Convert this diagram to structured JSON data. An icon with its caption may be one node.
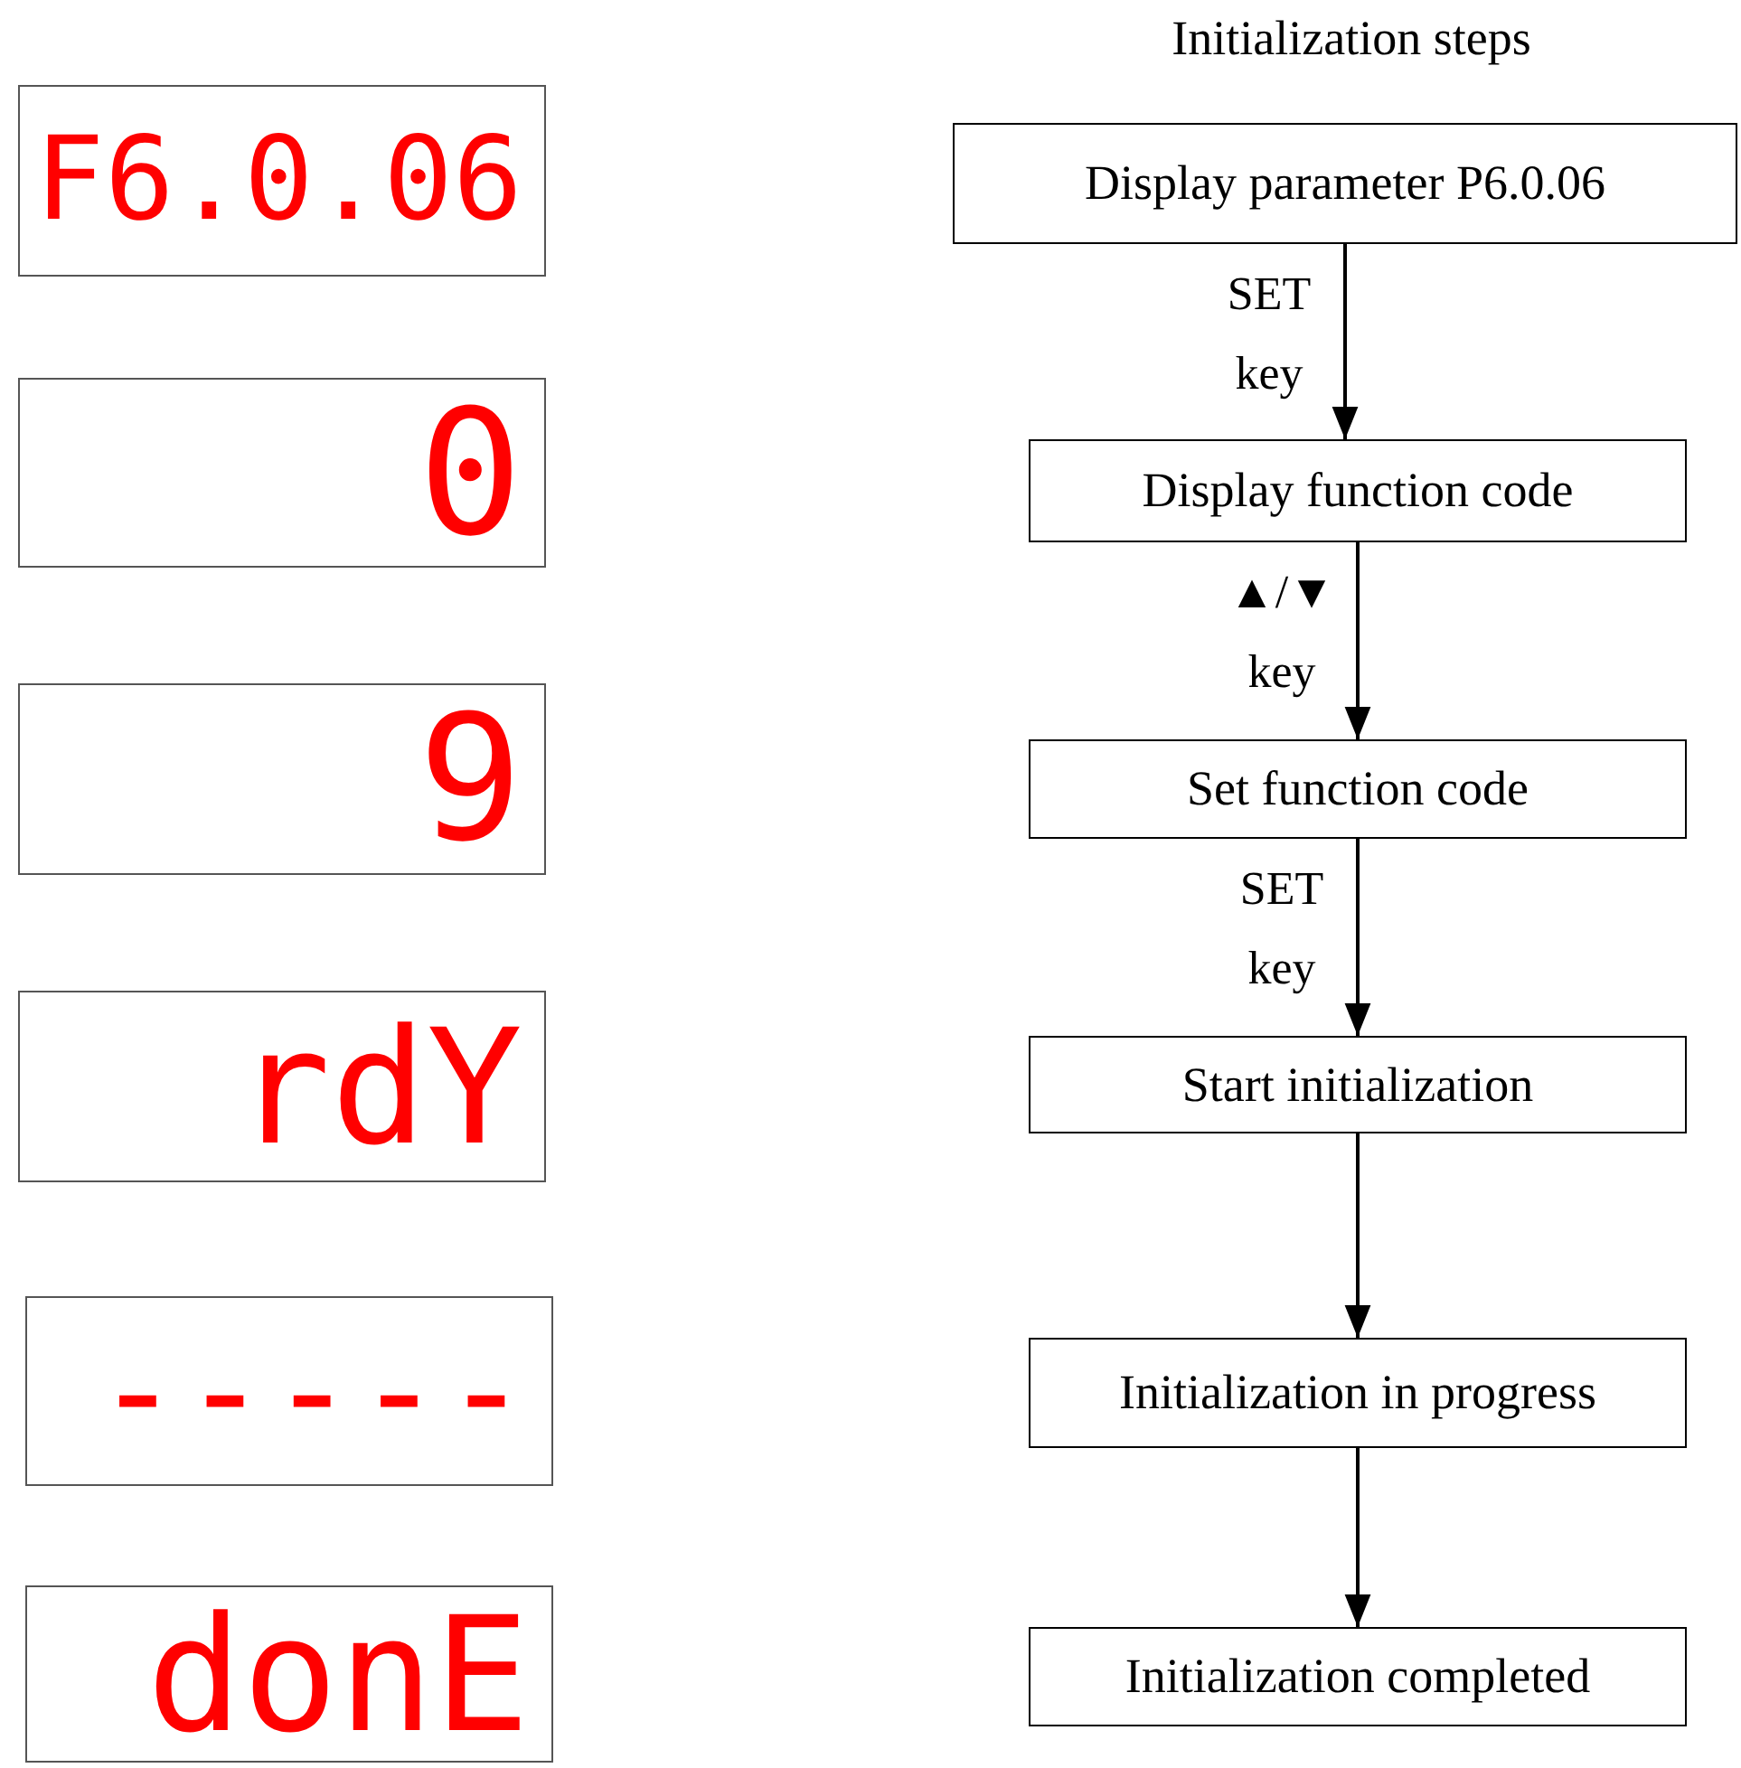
{
  "diagram": {
    "title": "Initialization steps",
    "nodes": [
      {
        "text": [
          "F6.0.06"
        ]
      },
      {
        "text": [
          "0"
        ]
      },
      {
        "text": [
          "9"
        ]
      },
      {
        "text": [
          "rdY"
        ]
      },
      {
        "text": [
          "-----"
        ]
      },
      {
        "text": [
          "donE"
        ]
      },
      {
        "text": [
          "Display parameter P6.0.06"
        ]
      },
      {
        "text": [
          "Display function code"
        ]
      },
      {
        "text": [
          "Set function code"
        ]
      },
      {
        "text": [
          "Start initialization"
        ]
      },
      {
        "text": [
          "Initialization in progress"
        ]
      },
      {
        "text": [
          "Initialization completed"
        ]
      }
    ],
    "edges": [
      {
        "from": 6,
        "to": 7,
        "arrow": "to",
        "label": "SET key"
      },
      {
        "from": 7,
        "to": 8,
        "arrow": "to",
        "label": "▲/▼ key"
      },
      {
        "from": 8,
        "to": 9,
        "arrow": "to",
        "label": "SET key"
      },
      {
        "from": 9,
        "to": 10,
        "arrow": "to"
      },
      {
        "from": 10,
        "to": 11,
        "arrow": "to"
      }
    ]
  }
}
